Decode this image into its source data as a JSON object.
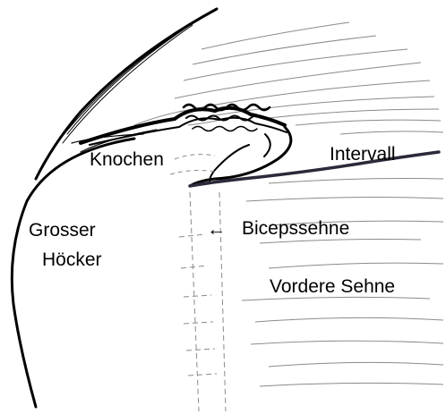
{
  "labels": {
    "knochen": "Knochen",
    "intervall": "Intervall",
    "grosser": "Grosser",
    "hoecker": "Höcker",
    "arrow": "←",
    "bicepssehne": "Bicepssehne",
    "vordere_sehne": "Vordere Sehne"
  },
  "colors": {
    "ink": "#000000",
    "sketch": "#8a8a8a",
    "background": "#ffffff"
  }
}
